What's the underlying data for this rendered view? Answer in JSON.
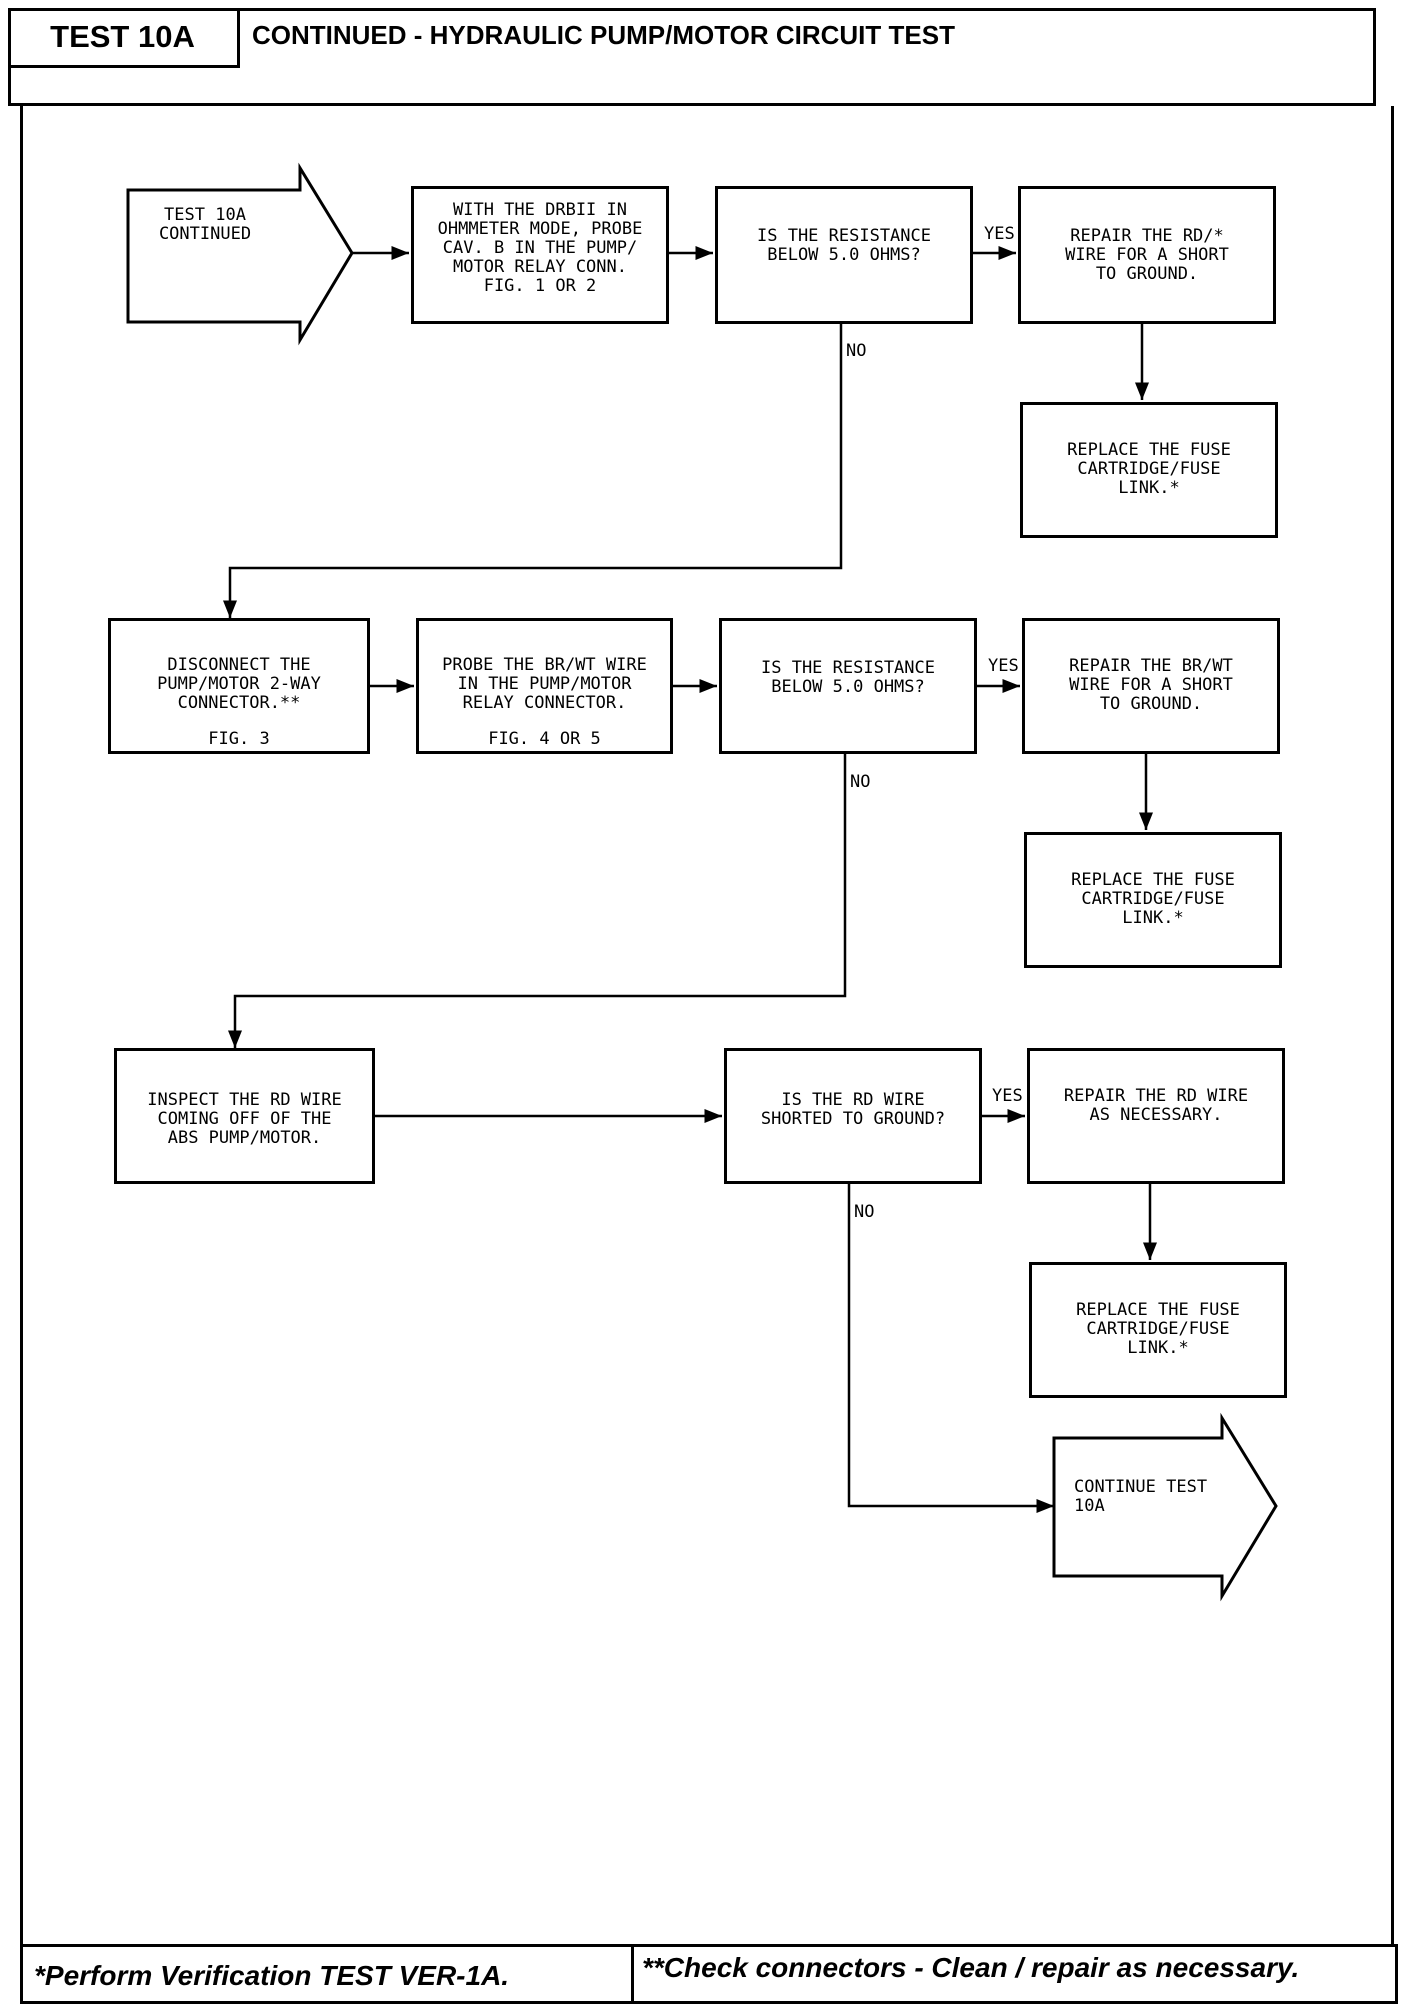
{
  "header": {
    "test_label": "TEST 10A",
    "title": "CONTINUED - HYDRAULIC PUMP/MOTOR CIRCUIT TEST"
  },
  "flow": {
    "start": "TEST 10A\nCONTINUED",
    "row1": {
      "step": "WITH THE DRBII IN\nOHMMETER MODE, PROBE\nCAV. B IN THE PUMP/\nMOTOR RELAY CONN.\nFIG. 1 OR 2",
      "question": "IS THE RESISTANCE\nBELOW 5.0 OHMS?",
      "repair": "REPAIR THE RD/*\nWIRE FOR A SHORT\nTO GROUND.",
      "replace": "REPLACE THE FUSE\nCARTRIDGE/FUSE\nLINK.*"
    },
    "row2": {
      "disconnect": "DISCONNECT THE\nPUMP/MOTOR 2-WAY\nCONNECTOR.**",
      "disconnect_fig": "FIG. 3",
      "probe": "PROBE THE BR/WT WIRE\nIN THE PUMP/MOTOR\nRELAY CONNECTOR.",
      "probe_fig": "FIG. 4 OR 5",
      "question": "IS THE RESISTANCE\nBELOW 5.0 OHMS?",
      "repair": "REPAIR THE BR/WT\nWIRE FOR A SHORT\nTO GROUND.",
      "replace": "REPLACE THE FUSE\nCARTRIDGE/FUSE\nLINK.*"
    },
    "row3": {
      "inspect": "INSPECT THE RD WIRE\nCOMING OFF OF THE\nABS PUMP/MOTOR.",
      "question": "IS THE RD WIRE\nSHORTED TO GROUND?",
      "repair": "REPAIR THE RD WIRE\nAS NECESSARY.",
      "replace": "REPLACE THE FUSE\nCARTRIDGE/FUSE\nLINK.*"
    },
    "end": "CONTINUE TEST\n10A",
    "yes": "YES",
    "no": "NO"
  },
  "footer": {
    "left": "*Perform Verification TEST VER-1A.",
    "right": "**Check connectors - Clean / repair as necessary."
  }
}
